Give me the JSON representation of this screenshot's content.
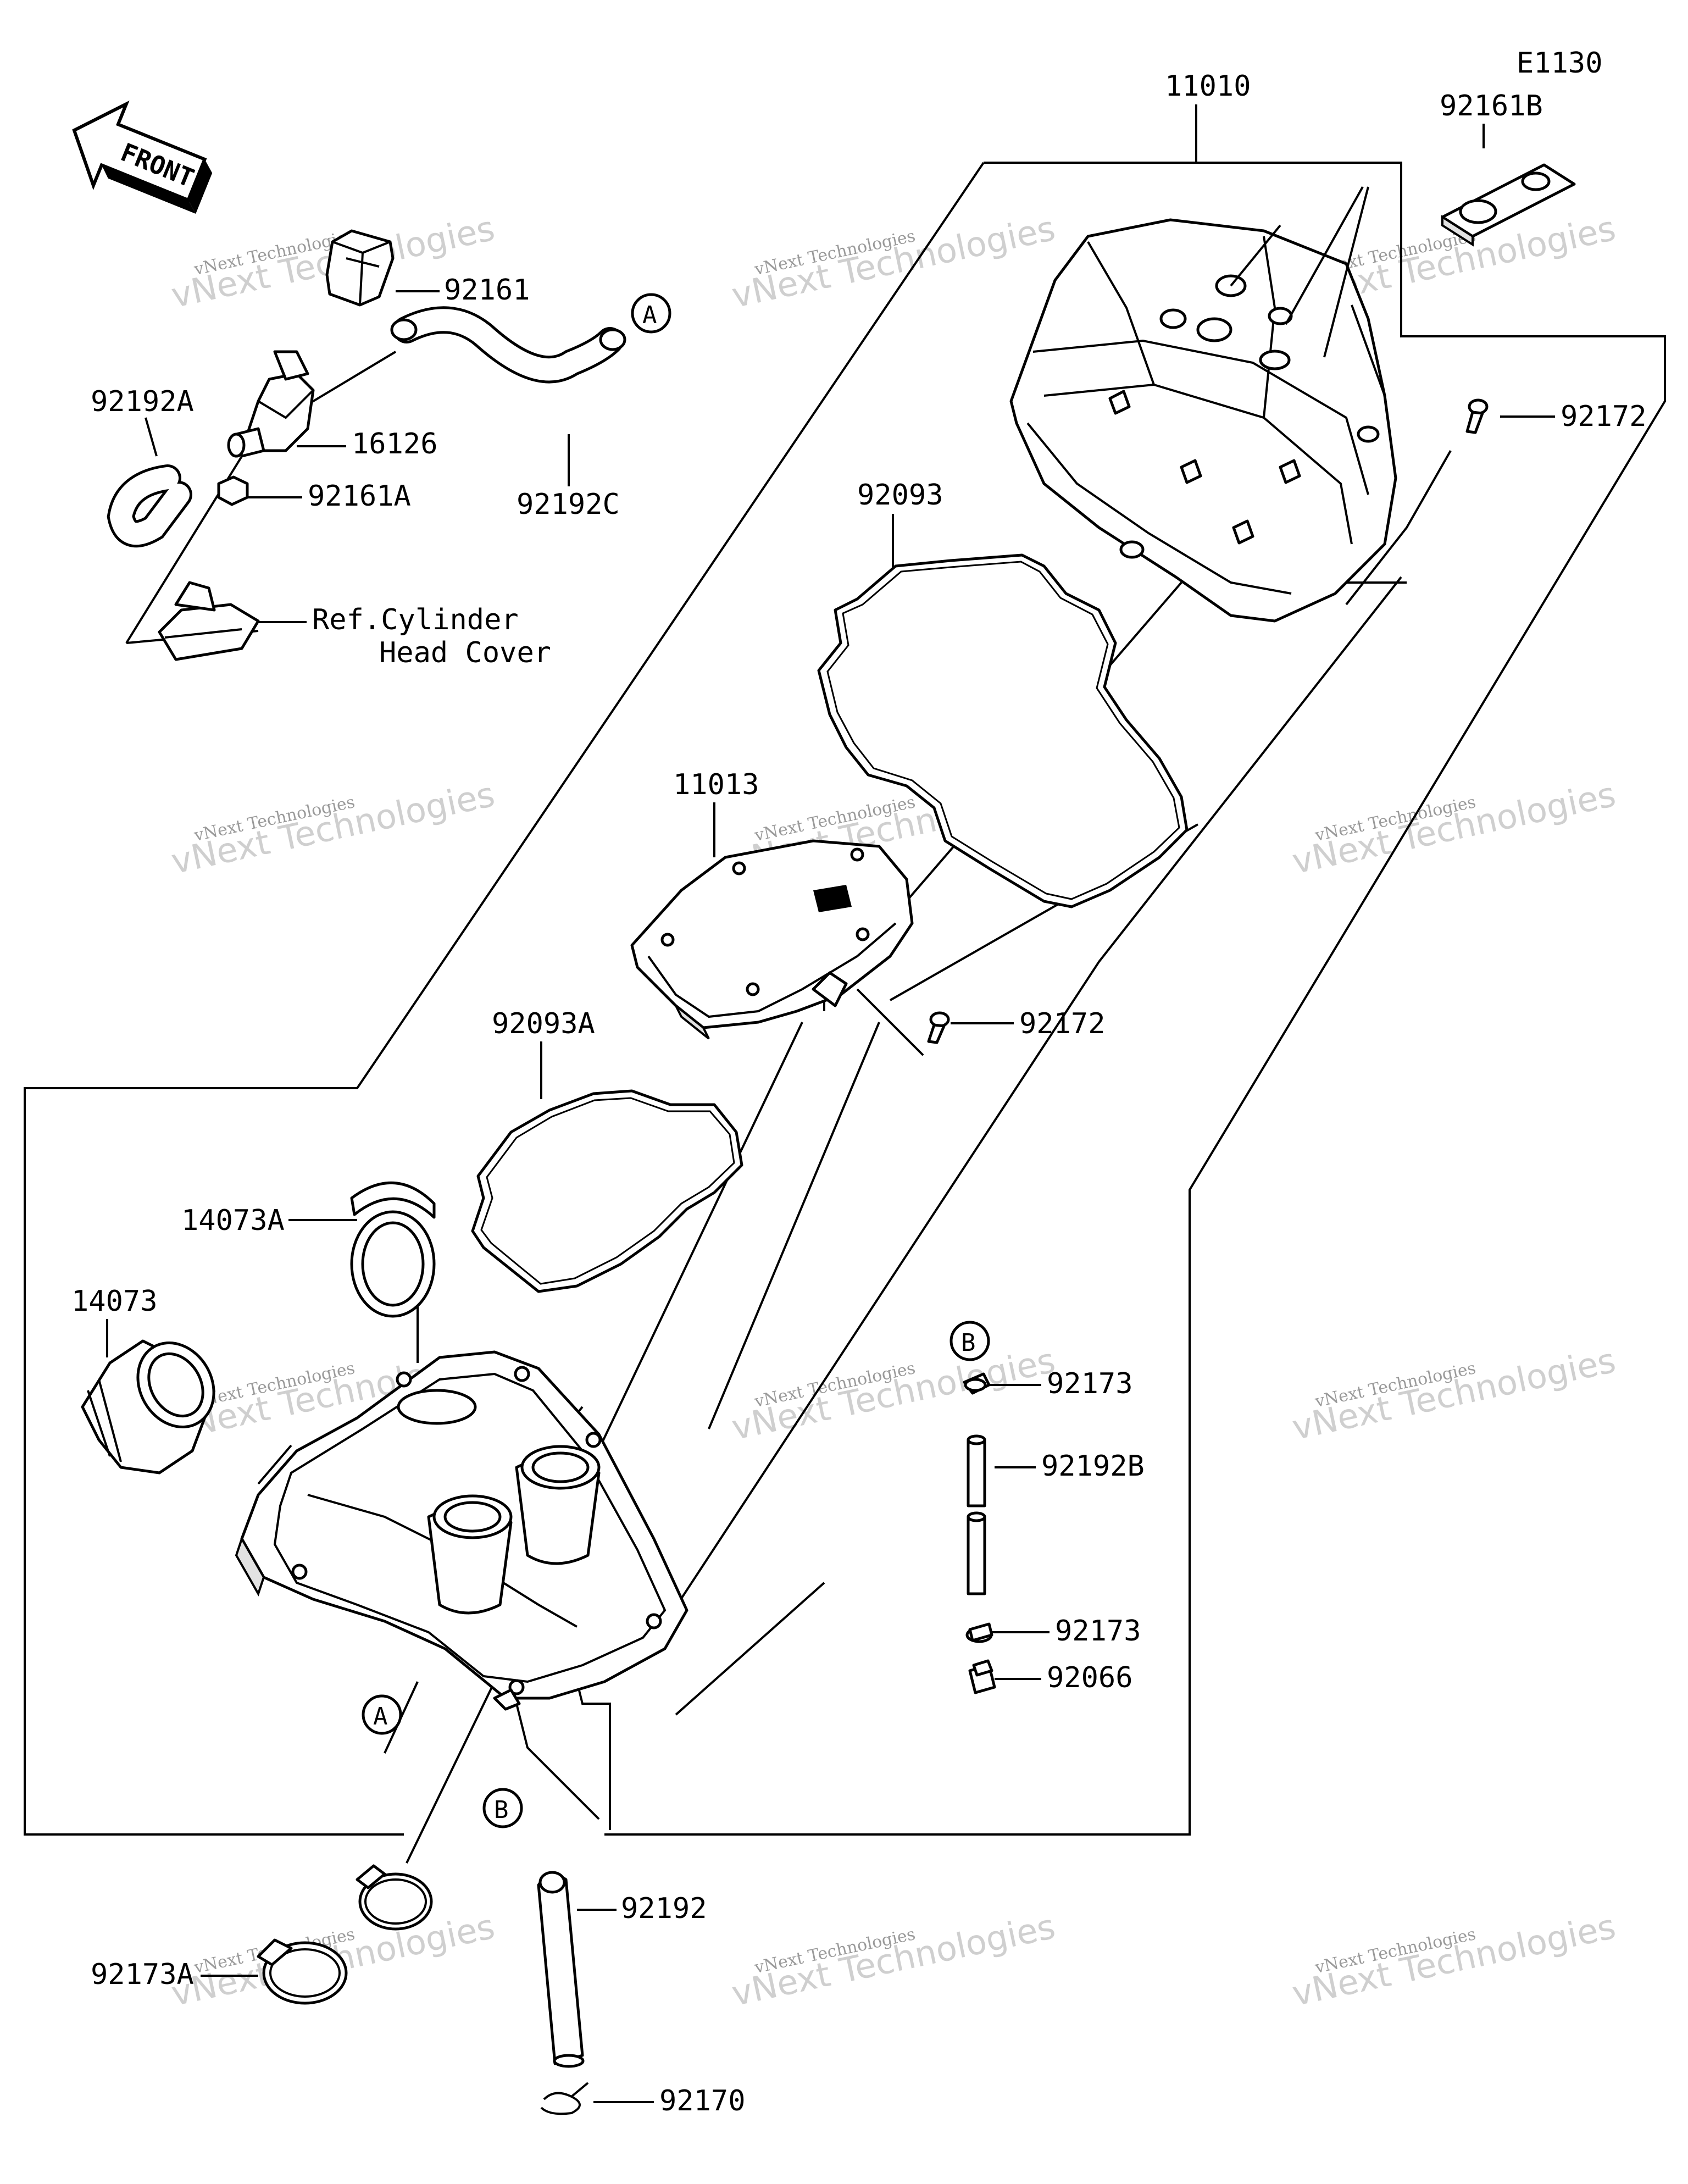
{
  "diagram_code": "E1130",
  "parts": {
    "p11010": "11010",
    "p92161B": "92161B",
    "p92161": "92161",
    "p92192A": "92192A",
    "p16126": "16126",
    "p92161A": "92161A",
    "p92192C": "92192C",
    "p92172_top": "92172",
    "p92093": "92093",
    "p11013": "11013",
    "p92172_mid": "92172",
    "p92093A": "92093A",
    "p14073A": "14073A",
    "p14073": "14073",
    "p92173_top": "92173",
    "p92192B": "92192B",
    "p92173_bot": "92173",
    "p92066": "92066",
    "p92192": "92192",
    "p92173A": "92173A",
    "p92170": "92170"
  },
  "reference": {
    "line1": "Ref.Cylinder",
    "line2": "Head Cover"
  },
  "callouts": {
    "a_top": "A",
    "a_bottom": "A",
    "b_right": "B",
    "b_bottom": "B"
  },
  "front_arrow": "FRONT",
  "watermark": {
    "line1": "vNext Technologies",
    "line2": "vNext Technologies"
  }
}
